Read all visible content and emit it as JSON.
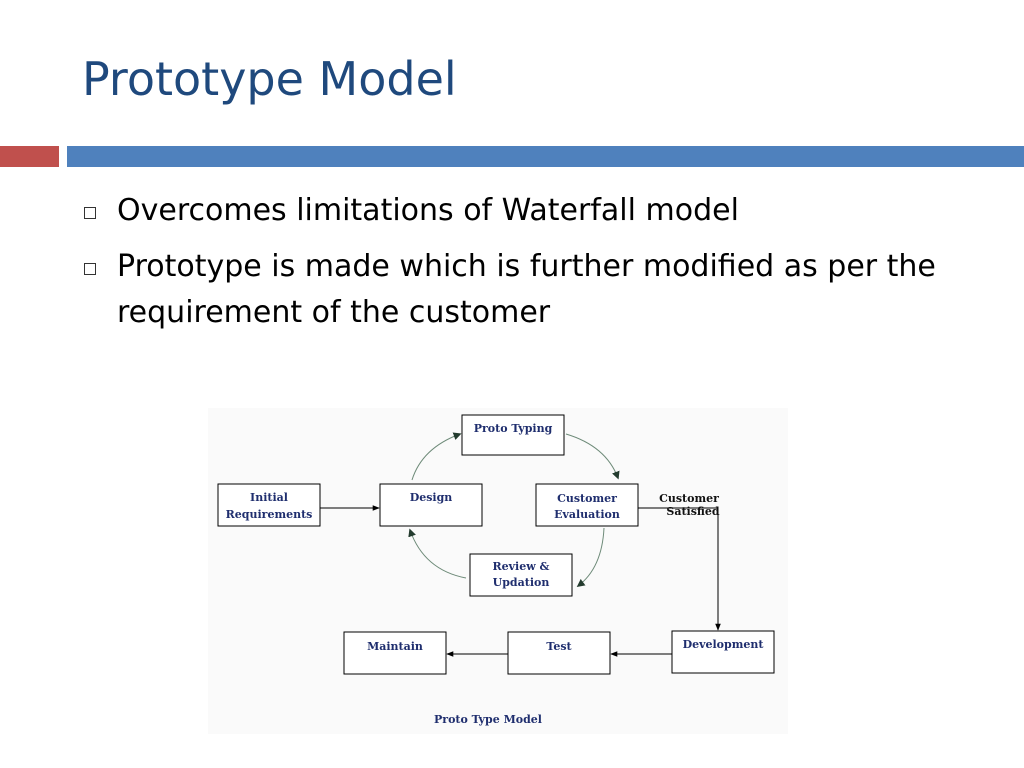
{
  "slide": {
    "title": "Prototype Model",
    "bullets": [
      "Overcomes limitations of Waterfall model",
      "Prototype is made which is further modified as per the requirement of the customer"
    ]
  },
  "diagram": {
    "nodes": {
      "initial_line1": "Initial",
      "initial_line2": "Requirements",
      "design": "Design",
      "proto_typing": "Proto Typing",
      "customer_eval_line1": "Customer",
      "customer_eval_line2": "Evaluation",
      "review_line1": "Review &",
      "review_line2": "Updation",
      "development": "Development",
      "test": "Test",
      "maintain": "Maintain"
    },
    "satisfied_line1": "Customer",
    "satisfied_line2": "Satisfied",
    "caption": "Proto Type Model"
  },
  "colors": {
    "title": "#1f497d",
    "accent_red": "#c0504d",
    "accent_blue": "#4f81bd",
    "diagram_text": "#1f2e6e",
    "cycle_arrow": "#2f4f3f"
  }
}
